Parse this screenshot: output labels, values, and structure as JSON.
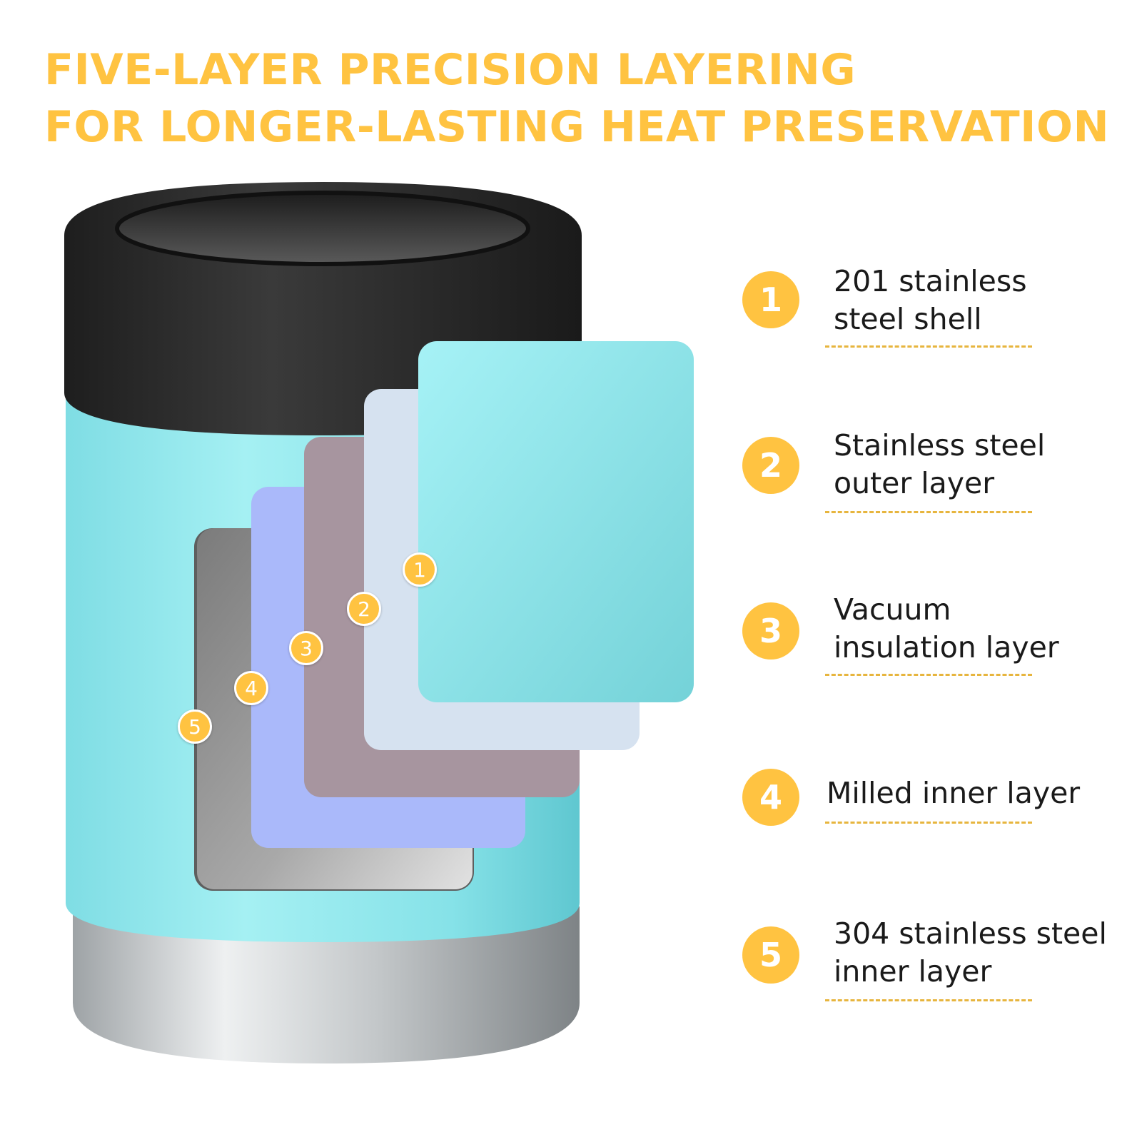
{
  "headline": {
    "line1": "FIVE-LAYER PRECISION LAYERING",
    "line2": "FOR LONGER-LASTING HEAT PRESERVATION"
  },
  "colors": {
    "accent": "#FFC341",
    "body_teal": "#8EE6EA",
    "lid_black": "#2A2A2A",
    "base_steel": "#C9CCCE",
    "layer1_teal": "#9EEDF3",
    "layer2_light_blue": "#D6E2F0",
    "layer3_mauve": "#A7959F",
    "layer4_periwinkle": "#AAB9FA",
    "layer5_steel_grey": "#8C8C8C"
  },
  "layers": [
    {
      "number": "1",
      "label_lines": [
        "201 stainless",
        "steel shell"
      ]
    },
    {
      "number": "2",
      "label_lines": [
        "Stainless steel",
        "outer layer"
      ]
    },
    {
      "number": "3",
      "label_lines": [
        "Vacuum",
        "insulation layer"
      ]
    },
    {
      "number": "4",
      "label_lines": [
        "Milled inner layer"
      ]
    },
    {
      "number": "5",
      "label_lines": [
        "304 stainless steel",
        "inner layer"
      ]
    }
  ]
}
